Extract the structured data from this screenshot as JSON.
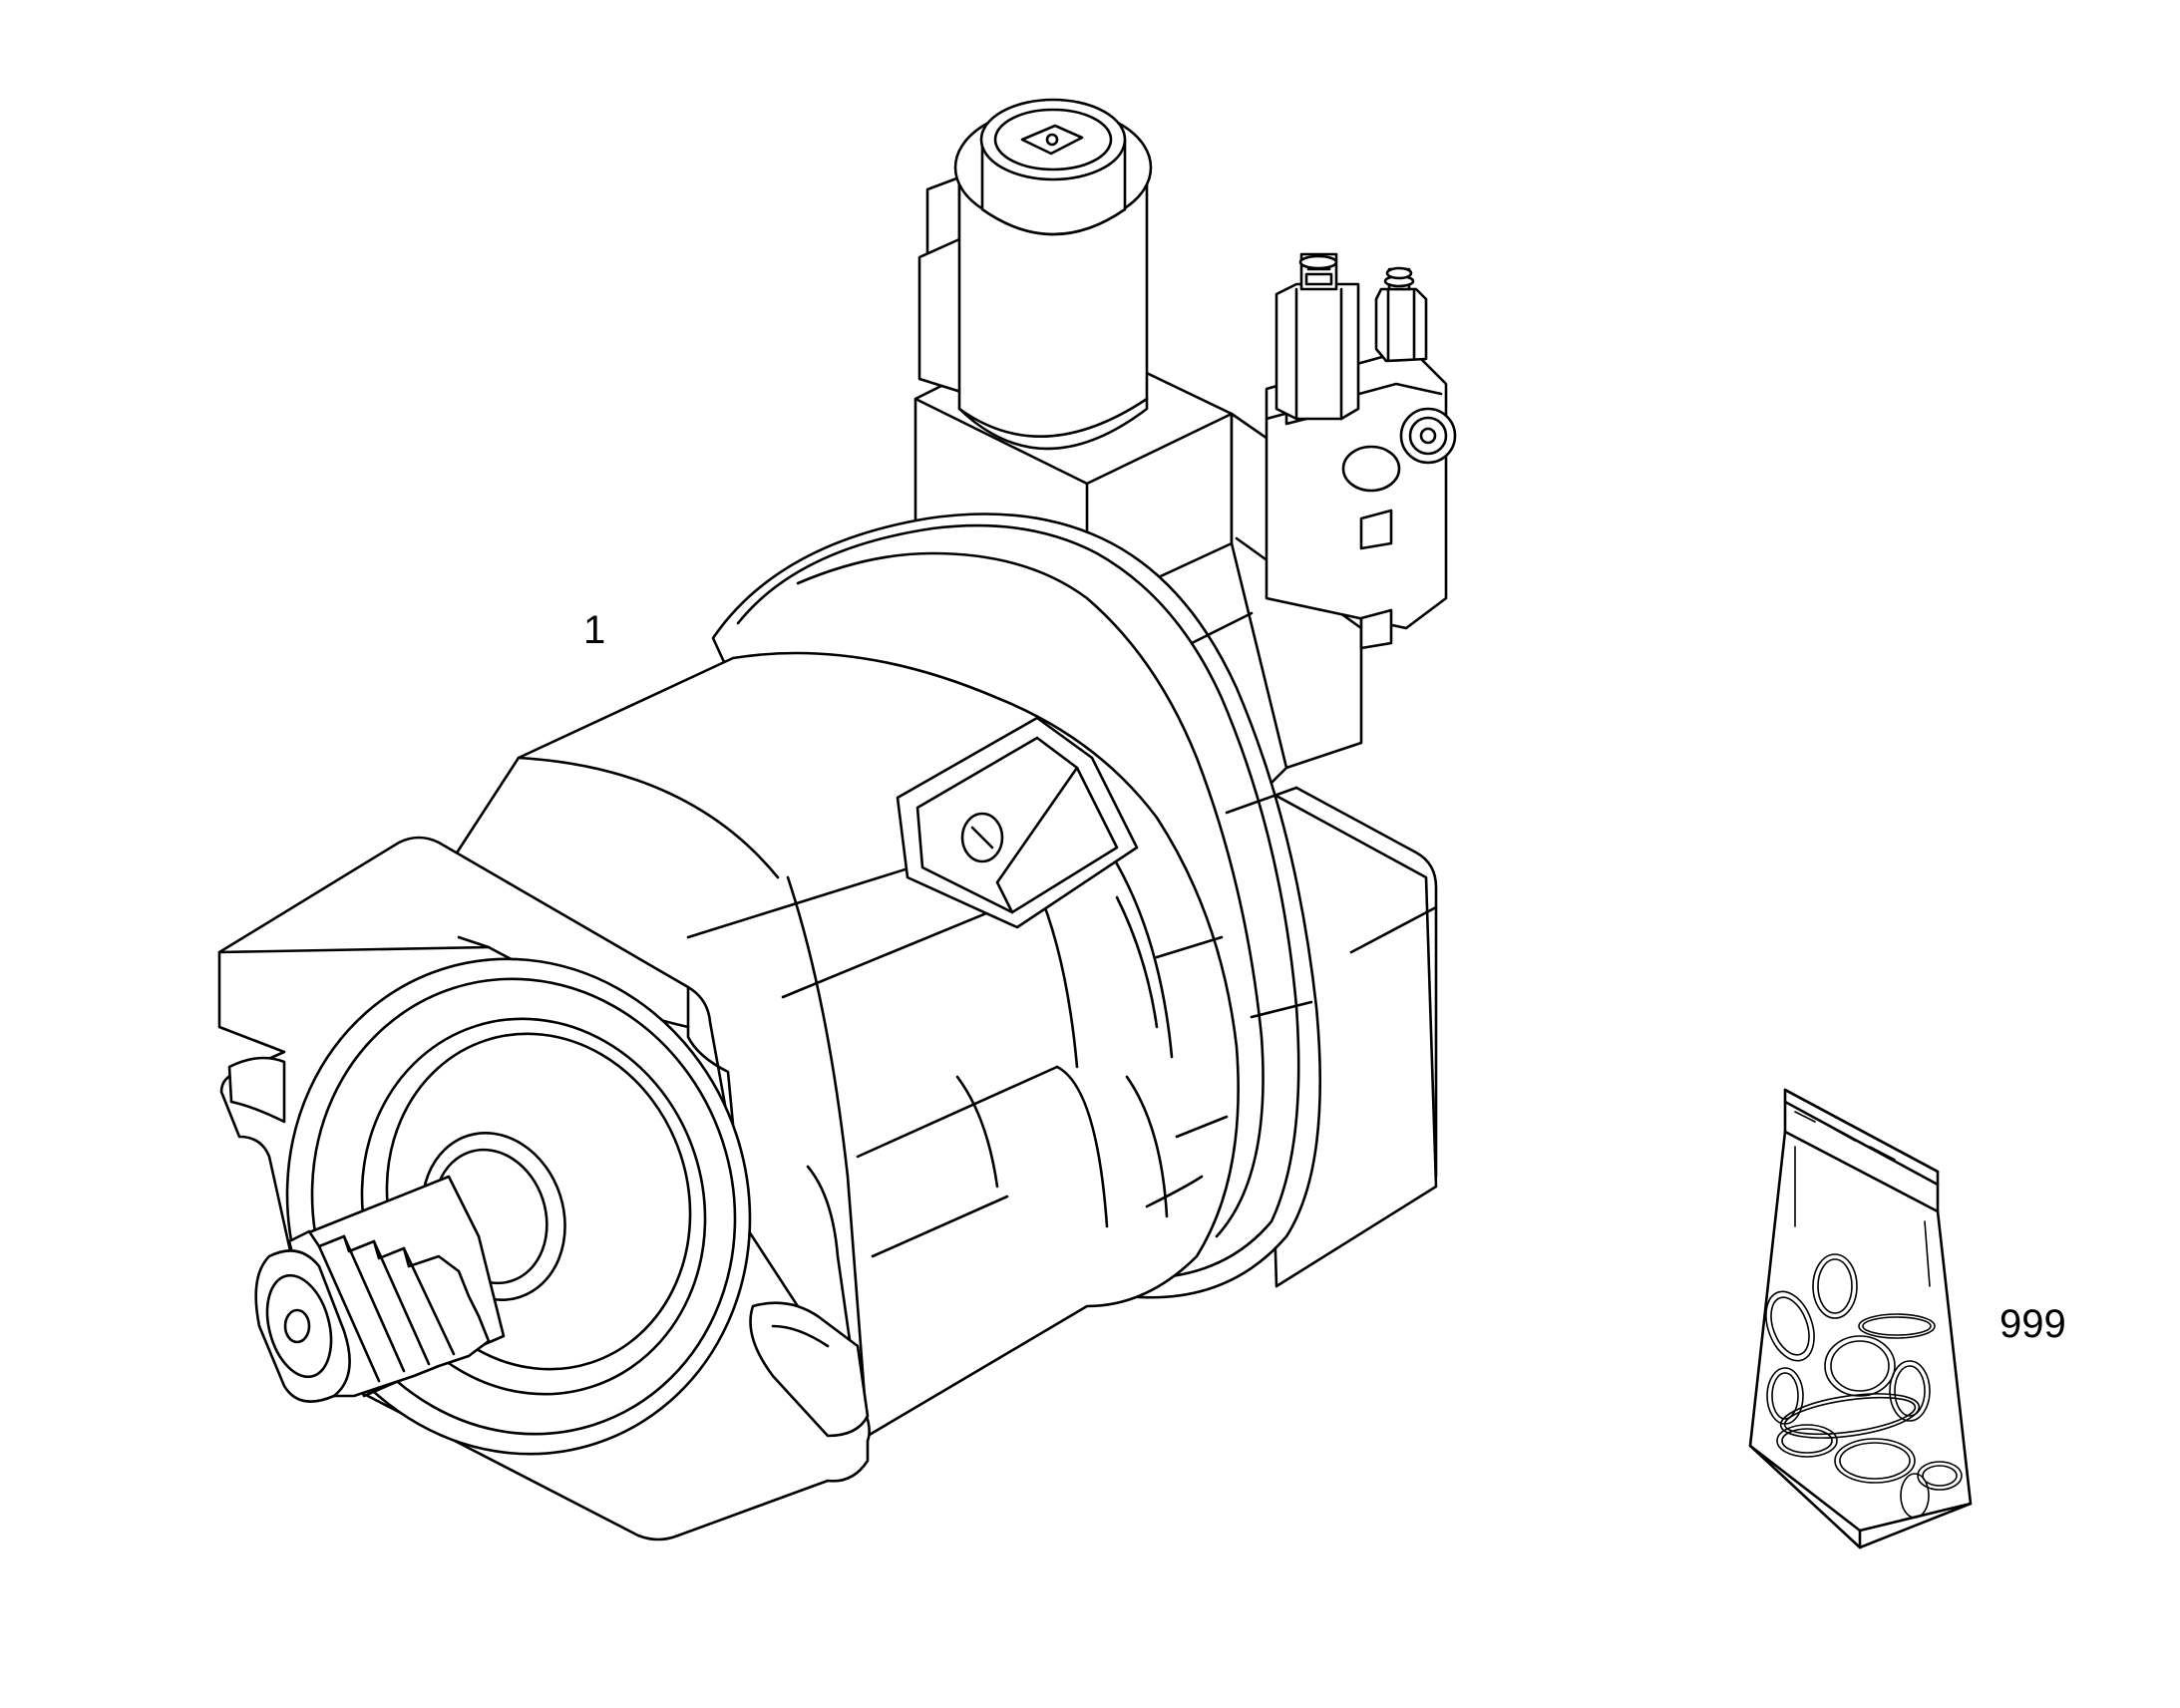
{
  "drawing": {
    "callouts": [
      {
        "id": "1",
        "label": "1"
      },
      {
        "id": "999",
        "label": "999"
      }
    ],
    "icons": [
      "hydraulic-motor-icon",
      "seal-kit-bag-icon"
    ],
    "colors": {
      "line": "#000000",
      "background": "#ffffff"
    }
  }
}
